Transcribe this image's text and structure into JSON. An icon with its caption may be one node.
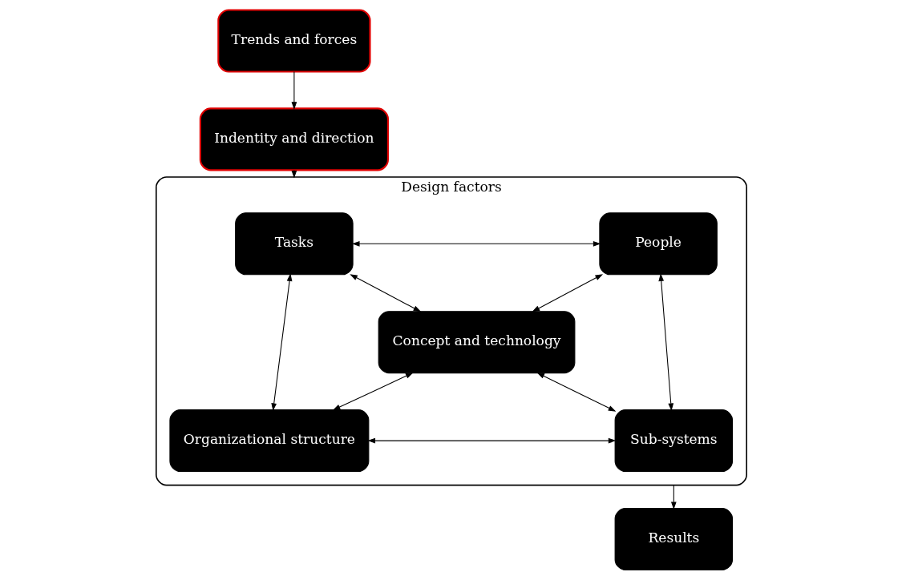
{
  "diagram": {
    "nodes": [
      {
        "text": [
          "Design factors"
        ]
      },
      {
        "text": [
          "Trends and forces"
        ]
      },
      {
        "text": [
          "Indentity and direction"
        ]
      },
      {
        "text": [
          "Tasks"
        ],
        "in": 0
      },
      {
        "text": [
          "People"
        ],
        "in": 0
      },
      {
        "text": [
          "Concept and technology"
        ],
        "in": 0
      },
      {
        "text": [
          "Organizational structure"
        ],
        "in": 0
      },
      {
        "text": [
          "Sub-systems"
        ],
        "in": 0
      },
      {
        "text": [
          "Results"
        ]
      }
    ],
    "edges": [
      {
        "from": 1,
        "to": 2,
        "arrow": "to"
      },
      {
        "from": 2,
        "to": 0,
        "arrow": "to"
      },
      {
        "from": 3,
        "to": 4,
        "arrow": "both"
      },
      {
        "from": 3,
        "to": 6,
        "arrow": "both"
      },
      {
        "from": 3,
        "to": 5,
        "arrow": "both"
      },
      {
        "from": 4,
        "to": 5,
        "arrow": "both"
      },
      {
        "from": 4,
        "to": 7,
        "arrow": "both"
      },
      {
        "from": 5,
        "to": 6,
        "arrow": "both"
      },
      {
        "from": 5,
        "to": 7,
        "arrow": "both"
      },
      {
        "from": 6,
        "to": 7,
        "arrow": "both"
      },
      {
        "from": 0,
        "to": 8,
        "arrow": "to"
      }
    ]
  }
}
